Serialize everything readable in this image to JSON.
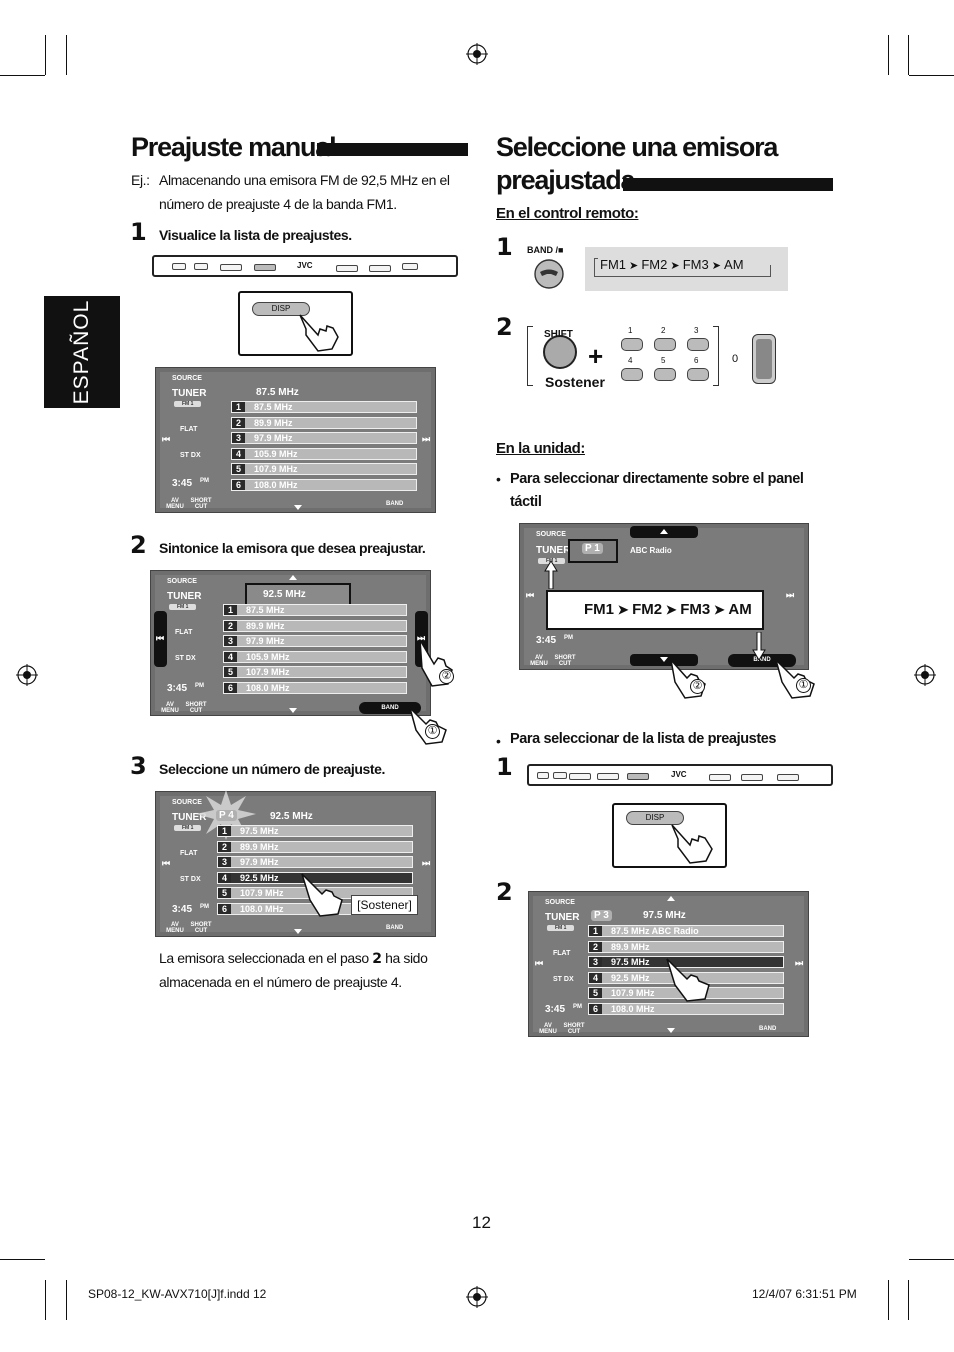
{
  "sidebar": {
    "language": "ESPAÑOL"
  },
  "left": {
    "title": "Preajuste manual",
    "example_prefix": "Ej.:",
    "example_line1": "Almacenando una emisora FM de 92,5 MHz en el",
    "example_line2": "número de preajuste 4 de la banda FM1.",
    "step1": {
      "num": "1",
      "label": "Visualice la lista de preajustes."
    },
    "step2": {
      "num": "2",
      "label": "Sintonice la emisora que desea preajustar."
    },
    "step3": {
      "num": "3",
      "label": "Seleccione un número de preajuste."
    },
    "note_part1": "La emisora seleccionada en el paso",
    "note_bold": "2",
    "note_part2": "ha sido",
    "note_line2": "almacenada en el número de preajuste 4.",
    "hold_label": "[Sostener]"
  },
  "right": {
    "title_line1": "Seleccione una emisora",
    "title_line2": "preajustada",
    "remote_heading": "En el control remoto:",
    "remote_step1": "1",
    "remote_step2": "2",
    "band_button": "BAND /■",
    "band_cycle": [
      "FM1",
      "FM2",
      "FM3",
      "AM"
    ],
    "shift_label": "SHIFT",
    "hold_label": "Sostener",
    "keypad": [
      "1",
      "2",
      "3",
      "4",
      "5",
      "6"
    ],
    "zero": "0",
    "unit_heading": "En la unidad:",
    "bullet1_line1": "Para seleccionar directamente sobre el panel",
    "bullet1_line2": "táctil",
    "bullet2": "Para seleccionar de la lista de preajustes",
    "unit_step1": "1",
    "unit_step2": "2",
    "abc_radio": "ABC Radio",
    "preset_p1": "P 1",
    "preset_p3": "P 3",
    "freq_p3": "97.5 MHz"
  },
  "screen_common": {
    "source": "SOURCE",
    "tuner": "TUNER",
    "fm1": "FM 1",
    "flat": "FLAT",
    "stdx": "ST  DX",
    "time": "3:45",
    "pm": "PM",
    "av_menu": "AV MENU",
    "short_cut": "SHORT CUT",
    "band": "BAND",
    "disp": "DISP",
    "jvc": "JVC",
    "marker1": "①",
    "marker2": "②"
  },
  "screen1": {
    "freq": "87.5 MHz",
    "presets": [
      "87.5 MHz",
      "89.9 MHz",
      "97.9 MHz",
      "105.9 MHz",
      "107.9 MHz",
      "108.0 MHz"
    ]
  },
  "screen2": {
    "freq": "92.5 MHz",
    "presets": [
      "87.5 MHz",
      "89.9 MHz",
      "97.9 MHz",
      "105.9 MHz",
      "107.9 MHz",
      "108.0 MHz"
    ]
  },
  "screen3": {
    "preset": "P 4",
    "freq": "92.5 MHz",
    "presets": [
      "97.5 MHz",
      "89.9 MHz",
      "97.9 MHz",
      "92.5 MHz",
      "107.9 MHz",
      "108.0 MHz"
    ]
  },
  "screen5": {
    "presets": [
      "87.5 MHz  ABC Radio",
      "89.9 MHz",
      "97.5 MHz",
      "92.5 MHz",
      "107.9 MHz",
      "108.0 MHz"
    ]
  },
  "page_number": "12",
  "footer": {
    "file": "SP08-12_KW-AVX710[J]f.indd   12",
    "timestamp": "12/4/07   6:31:51 PM"
  }
}
